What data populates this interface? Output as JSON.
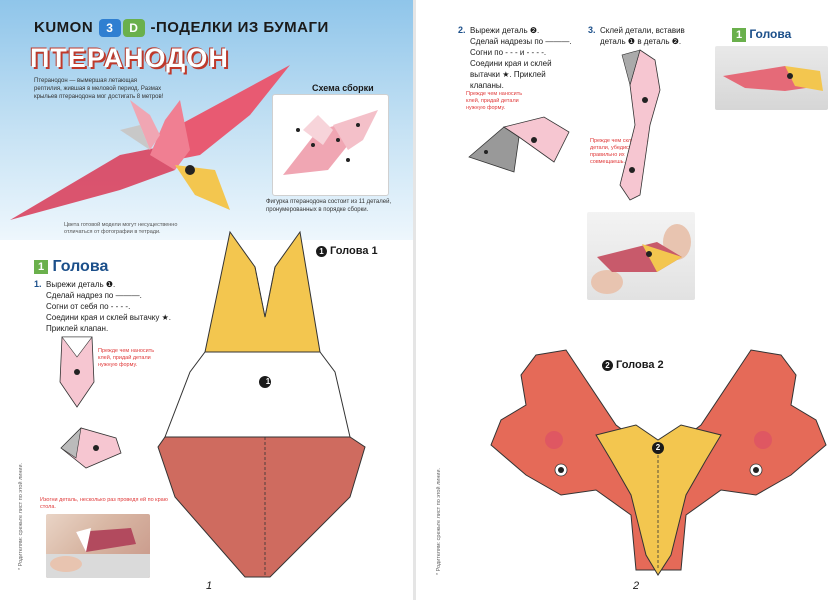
{
  "brand": {
    "prefix": "KUMON",
    "mid_badges": [
      "3",
      "D"
    ],
    "suffix": "-ПОДЕЛКИ ИЗ БУМАГИ"
  },
  "colors": {
    "accent_blue": "#1b4f8a",
    "badge_green": "#6ab04c",
    "note_red": "#e03a3a",
    "ptero_pink": "#e85a72",
    "beak_yellow": "#f3c64f",
    "wing_orange": "#e56a58"
  },
  "left_page": {
    "title": "ПТЕРАНОДОН",
    "intro": "Птеранодон — вымершая летающая рептилия, жившая в меловой период. Размах крыльев птеранодона мог достигать 8 метров!",
    "photo_note": "Цвета готовой модели могут несущественно отличаться от фотографии в тетради.",
    "scheme_title": "Схема сборки",
    "scheme_caption": "Фигурка птеранодона состоит из 11 деталей, пронумерованных в порядке сборки.",
    "section": {
      "badge": "1",
      "title": "Голова"
    },
    "step1": {
      "num": "1.",
      "lines": [
        "Вырежи деталь ❶.",
        "Сделай надрез по ———.",
        "Согни от себя по - - - -.",
        "Соедини края и склей вытачку ★.",
        "Приклей клапан."
      ]
    },
    "note_glue": "Прежде чем наносить клей, придай детали нужную форму.",
    "note_bend": "Изогни деталь, несколько раз проведя ей по краю стола.",
    "part_label": {
      "num": "1",
      "text": "Голова 1"
    },
    "piece_num": "1",
    "page_num": "1",
    "side_note": "* Родителям: срежьте лист по этой линии."
  },
  "right_page": {
    "step2": {
      "num": "2.",
      "lines": [
        "Вырежи деталь ❷.",
        "Сделай надрезы по ———.",
        "Согни по - - - и - - - -.",
        "Соедини края и склей",
        "вытачки ★. Приклей",
        "клапаны."
      ]
    },
    "note_glue2": "Прежде чем наносить клей, придай детали нужную форму.",
    "step3": {
      "num": "3.",
      "lines": [
        "Склей детали, вставив",
        "деталь ❶ в деталь ❷."
      ]
    },
    "note_glue3": "Прежде чем склеивать детали, убедись, что правильно их совмещаешь.",
    "section": {
      "badge": "1",
      "title": "Голова"
    },
    "part_label": {
      "num": "2",
      "text": "Голова 2"
    },
    "piece_num": "2",
    "page_num": "2",
    "side_note": "* Родителям: срежьте лист по этой линии."
  }
}
